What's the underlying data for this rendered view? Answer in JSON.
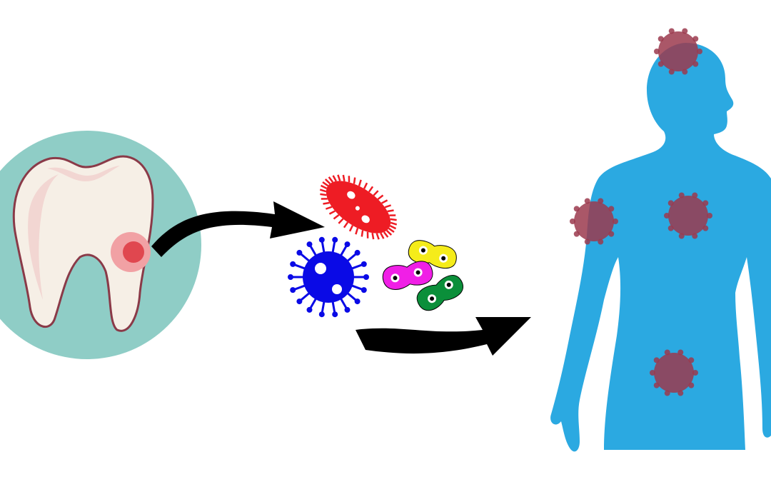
{
  "colors": {
    "background": "#ffffff",
    "tooth_circle": "#8fcdc6",
    "tooth_fill": "#f6efe6",
    "tooth_shade": "#f2d6d2",
    "tooth_outline": "#8a3a48",
    "infection_core": "#e0474f",
    "infection_halo": "#f1a1a4",
    "arrow": "#000000",
    "body": "#2ba9e1",
    "body_infection": "#9b3a4e",
    "microbe_red": "#ee1c24",
    "microbe_blue": "#0a0ae6",
    "microbe_yellow": "#f5ec1a",
    "microbe_magenta": "#f01fe6",
    "microbe_green": "#0b8f3a"
  },
  "icons": {
    "tooth": "infected-tooth-icon",
    "arrow_to_microbes": "curved-arrow-icon",
    "microbes": "bacteria-cluster-icon",
    "arrow_to_body": "curved-arrow-icon",
    "body": "human-silhouette-icon"
  },
  "body_infection_sites": [
    "head",
    "right shoulder",
    "chest",
    "abdomen"
  ]
}
